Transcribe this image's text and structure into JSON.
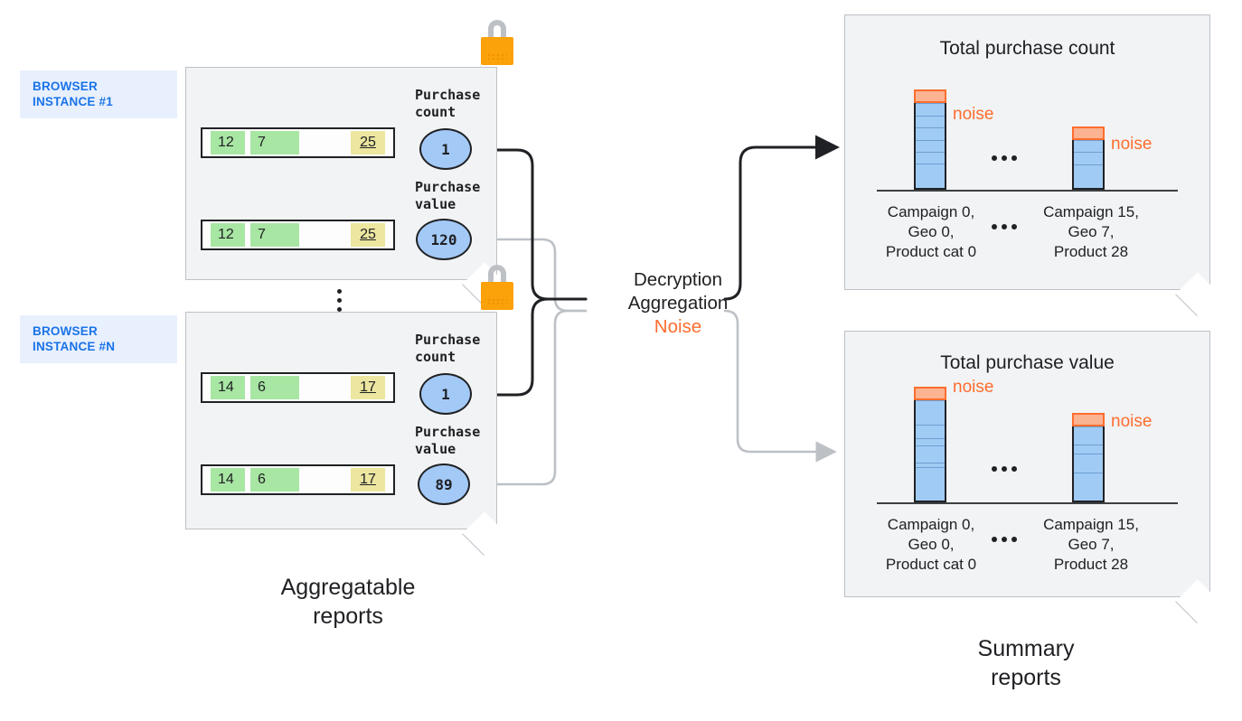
{
  "diagram": {
    "left_caption": "Aggregatable\nreports",
    "right_caption": "Summary\nreports",
    "process_lines": [
      "Decryption",
      "Aggregation"
    ],
    "process_noise": "Noise",
    "colors": {
      "accent_blue": "#1a73e8",
      "badge_bg": "#e8f0fe",
      "card_bg": "#f1f3f4",
      "card_border": "#bdc1c6",
      "cell_green": "#a8e6a3",
      "cell_yellow": "#ece6a0",
      "bubble_blue": "#a3c9f7",
      "bar_blue": "#9fcbf5",
      "noise_orange": "#ff6d2e",
      "noise_fill": "#fbb392",
      "lock_body": "#fba10a",
      "lock_shackle": "#bdc1c6",
      "wire_black": "#202124",
      "wire_gray": "#bdc1c6"
    }
  },
  "browser_instances": [
    {
      "badge": "BROWSER\nINSTANCE #1",
      "lock_icon": "lock-icon",
      "rows": [
        {
          "metric_label": "Purchase\ncount",
          "cells": [
            "12",
            "7"
          ],
          "key_cell": "25",
          "bubble_value": "1"
        },
        {
          "metric_label": "Purchase\nvalue",
          "cells": [
            "12",
            "7"
          ],
          "key_cell": "25",
          "bubble_value": "120"
        }
      ]
    },
    {
      "badge": "BROWSER\nINSTANCE #N",
      "lock_icon": "lock-icon",
      "rows": [
        {
          "metric_label": "Purchase\ncount",
          "cells": [
            "14",
            "6"
          ],
          "key_cell": "17",
          "bubble_value": "1"
        },
        {
          "metric_label": "Purchase\nvalue",
          "cells": [
            "14",
            "6"
          ],
          "key_cell": "17",
          "bubble_value": "89"
        }
      ]
    }
  ],
  "ellipsis_between_instances": "⋮",
  "chart_data": [
    {
      "type": "bar",
      "title": "Total purchase count",
      "categories": [
        "Campaign 0,\nGeo 0,\nProduct cat 0",
        "Campaign 15,\nGeo 7,\nProduct 28"
      ],
      "values": [
        100,
        58
      ],
      "noise_values": [
        9,
        9
      ],
      "noise_label": "noise",
      "gap_marker": "...",
      "xlabel": "",
      "ylabel": "",
      "ylim": [
        0,
        120
      ],
      "grid": false,
      "legend": "none",
      "stack_segments": [
        [
          14,
          14,
          14,
          14,
          14,
          15,
          15
        ],
        [
          14,
          15,
          14,
          15
        ]
      ]
    },
    {
      "type": "bar",
      "title": "Total purchase value",
      "categories": [
        "Campaign 0,\nGeo 0,\nProduct cat 0",
        "Campaign 15,\nGeo 7,\nProduct 28"
      ],
      "values": [
        120,
        89
      ],
      "noise_values": [
        9,
        9
      ],
      "noise_label": "noise",
      "gap_marker": "...",
      "xlabel": "",
      "ylabel": "",
      "ylim": [
        0,
        140
      ],
      "grid": false,
      "legend": "none",
      "stack_segments": [
        [
          22,
          18,
          6,
          20,
          9,
          16,
          29
        ],
        [
          19,
          15,
          22,
          11,
          22
        ]
      ]
    }
  ]
}
